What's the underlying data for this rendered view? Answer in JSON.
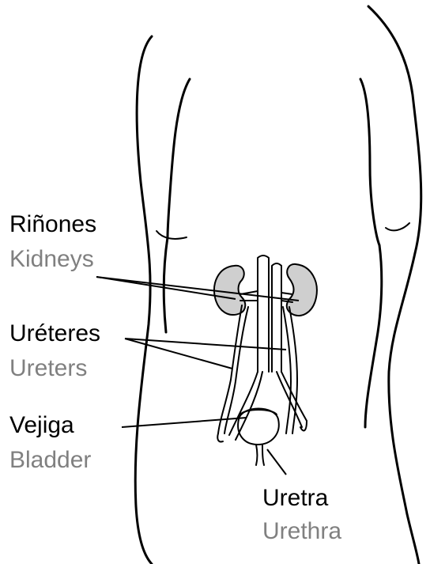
{
  "labels": {
    "kidneys": {
      "es": "Riñones",
      "en": "Kidneys"
    },
    "ureters": {
      "es": "Uréteres",
      "en": "Ureters"
    },
    "bladder": {
      "es": "Vejiga",
      "en": "Bladder"
    },
    "urethra": {
      "es": "Uretra",
      "en": "Urethra"
    }
  },
  "colors": {
    "line": "#000000",
    "kidney_fill": "#cfcfcf",
    "spanish_text": "#000000",
    "english_text": "#808080"
  }
}
